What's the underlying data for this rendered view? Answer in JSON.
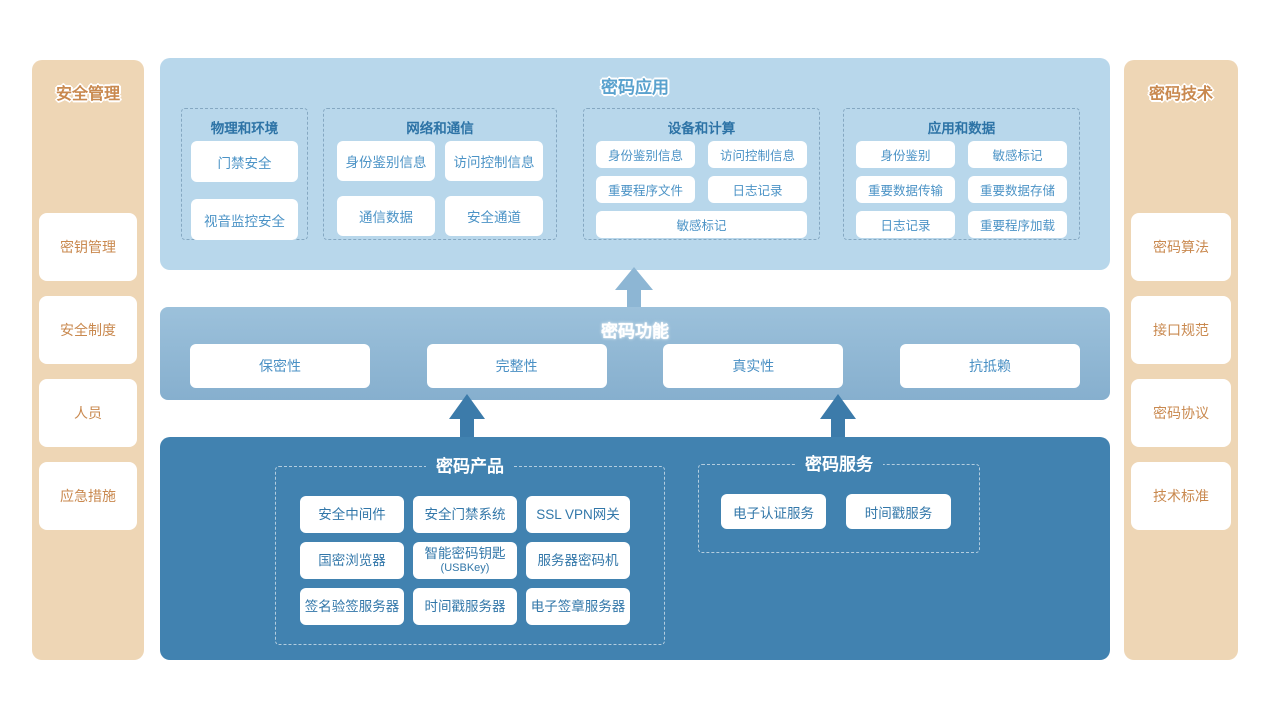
{
  "colors": {
    "app_block_bg": "#b8d7eb",
    "function_block_bg": "#90b9d6",
    "product_block_bg": "#4182b0",
    "sidebar_bg": "#eed6b5",
    "sidebar_text": "#c9894f",
    "box_text_blue": "#4b93c6",
    "group_title_text": "#2d73a6",
    "arrow_light": "#8db6d4",
    "arrow_dark": "#3c7baa"
  },
  "sidebar_left": {
    "title": "安全管理",
    "items": [
      "密钥管理",
      "安全制度",
      "人员",
      "应急措施"
    ]
  },
  "sidebar_right": {
    "title": "密码技术",
    "items": [
      "密码算法",
      "接口规范",
      "密码协议",
      "技术标准"
    ]
  },
  "app_layer": {
    "title": "密码应用",
    "groups": [
      {
        "title": "物理和环境",
        "items": [
          "门禁安全",
          "视音监控安全"
        ]
      },
      {
        "title": "网络和通信",
        "items": [
          "身份鉴别信息",
          "访问控制信息",
          "通信数据",
          "安全通道"
        ]
      },
      {
        "title": "设备和计算",
        "items": [
          "身份鉴别信息",
          "访问控制信息",
          "重要程序文件",
          "日志记录",
          {
            "text": "敏感标记",
            "span2": true
          }
        ]
      },
      {
        "title": "应用和数据",
        "items": [
          "身份鉴别",
          "敏感标记",
          "重要数据传输",
          "重要数据存储",
          "日志记录",
          "重要程序加载"
        ]
      }
    ]
  },
  "function_layer": {
    "title": "密码功能",
    "items": [
      "保密性",
      "完整性",
      "真实性",
      "抗抵赖"
    ]
  },
  "bottom_layer": {
    "products": {
      "title": "密码产品",
      "items": [
        "安全中间件",
        "安全门禁系统",
        "SSL VPN网关",
        "国密浏览器",
        {
          "text": "智能密码钥匙",
          "sub": "(USBKey)"
        },
        "服务器密码机",
        "签名验签服务器",
        "时间戳服务器",
        "电子签章服务器"
      ]
    },
    "services": {
      "title": "密码服务",
      "items": [
        "电子认证服务",
        "时间戳服务"
      ]
    }
  }
}
